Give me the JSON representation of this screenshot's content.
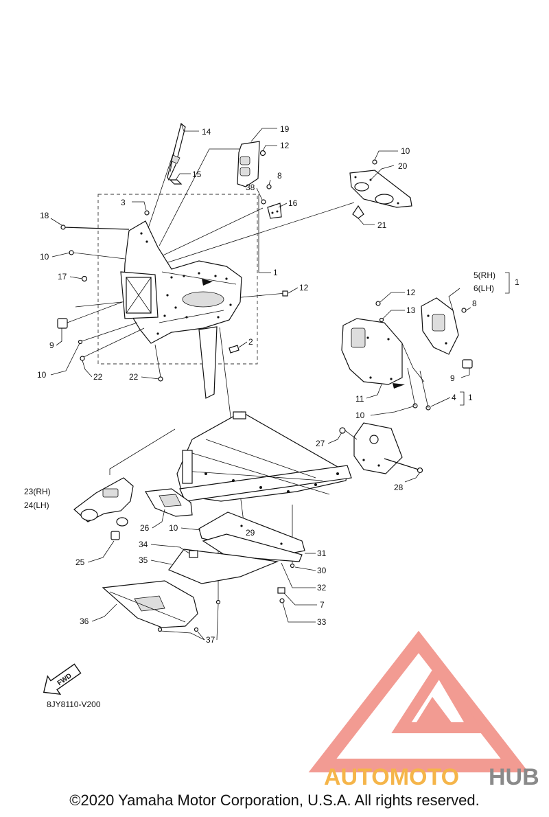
{
  "diagram": {
    "drawing_code": "8JY8110-V200",
    "fwd_label": "FWD",
    "copyright": "©2020 Yamaha Motor Corporation, U.S.A. All rights reserved.",
    "watermark": {
      "brand_part1": "AUTOMOTO",
      "brand_part2": "HUB",
      "color_triangle": "#f08a80",
      "color_text1": "#f5b54a",
      "color_text2": "#8a8a8a"
    },
    "callouts": {
      "c1a": "1",
      "c1b": "1",
      "c1c": "1",
      "c2": "2",
      "c3": "3",
      "c4": "4",
      "c5": "5(RH)",
      "c6": "6(LH)",
      "c7": "7",
      "c8a": "8",
      "c8b": "8",
      "c9a": "9",
      "c9b": "9",
      "c10a": "10",
      "c10b": "10",
      "c10c": "10",
      "c10d": "10",
      "c10e": "10",
      "c11": "11",
      "c12a": "12",
      "c12b": "12",
      "c12c": "12",
      "c13": "13",
      "c14": "14",
      "c15": "15",
      "c16": "16",
      "c17": "17",
      "c18": "18",
      "c19": "19",
      "c20": "20",
      "c21": "21",
      "c22a": "22",
      "c22b": "22",
      "c23": "23(RH)",
      "c24": "24(LH)",
      "c25": "25",
      "c26": "26",
      "c27": "27",
      "c28": "28",
      "c29": "29",
      "c30": "30",
      "c31": "31",
      "c32": "32",
      "c33": "33",
      "c34": "34",
      "c35": "35",
      "c36": "36",
      "c37": "37",
      "c38": "38"
    }
  }
}
